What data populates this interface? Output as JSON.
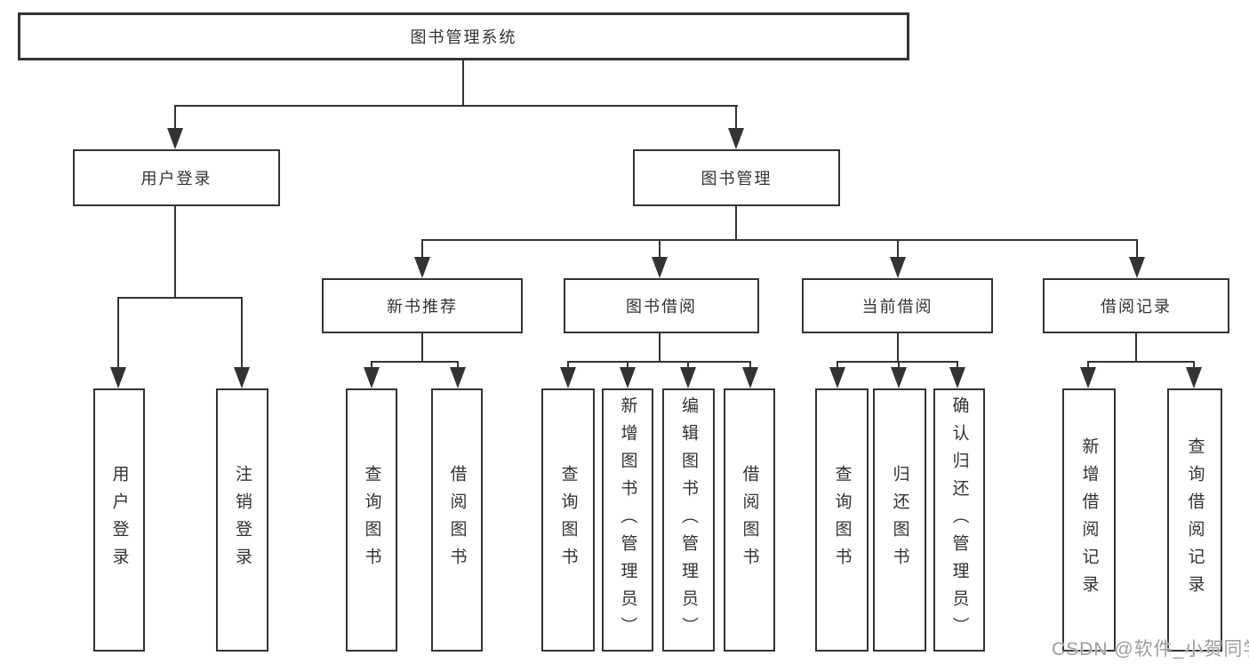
{
  "tree": {
    "root": {
      "label": "图书管理系统",
      "children": [
        {
          "label": "用户登录",
          "children": [
            {
              "label": "用户登录"
            },
            {
              "label": "注销登录"
            }
          ]
        },
        {
          "label": "图书管理",
          "children": [
            {
              "label": "新书推荐",
              "children": [
                {
                  "label": "查询图书"
                },
                {
                  "label": "借阅图书"
                }
              ]
            },
            {
              "label": "图书借阅",
              "children": [
                {
                  "label": "查询图书"
                },
                {
                  "label": "新增图书（管理员）"
                },
                {
                  "label": "编辑图书（管理员）"
                },
                {
                  "label": "借阅图书"
                }
              ]
            },
            {
              "label": "当前借阅",
              "children": [
                {
                  "label": "查询图书"
                },
                {
                  "label": "归还图书"
                },
                {
                  "label": "确认归还（管理员）"
                }
              ]
            },
            {
              "label": "借阅记录",
              "children": [
                {
                  "label": "新增借阅记录"
                },
                {
                  "label": "查询借阅记录"
                }
              ]
            }
          ]
        }
      ]
    }
  },
  "watermark": {
    "text": "CSDN @软件_小贺同学"
  },
  "colors": {
    "line": "#333333",
    "text": "#333333",
    "background": "#ffffff",
    "watermark": "#9e9e9e"
  }
}
